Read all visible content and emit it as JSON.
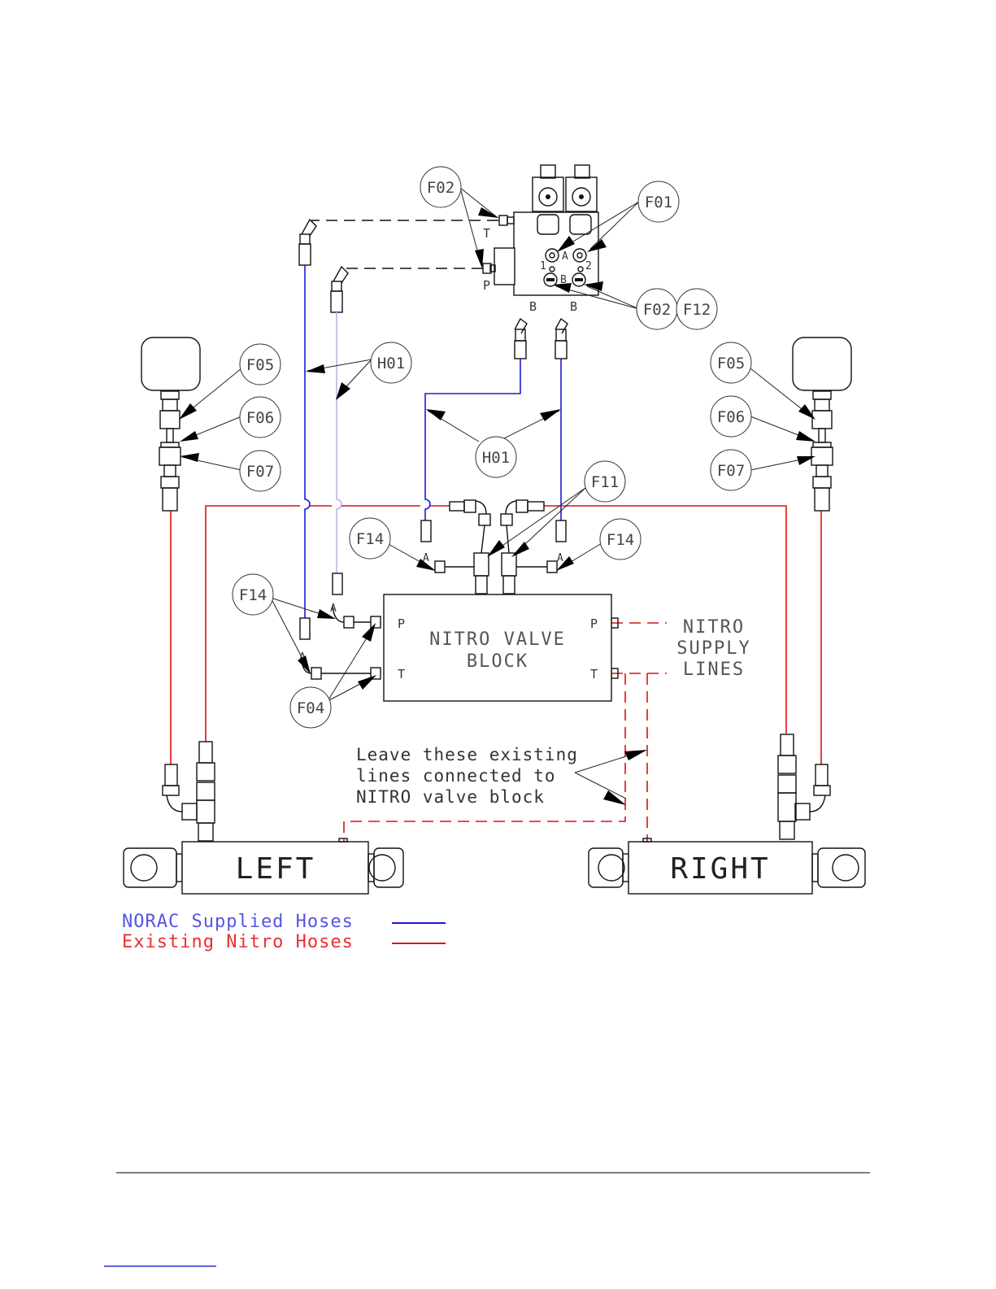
{
  "callouts": {
    "f02_top": "F02",
    "f01": "F01",
    "f02_bottom": "F02",
    "f12": "F12",
    "h01_upper": "H01",
    "h01_lower": "H01",
    "f05_left": "F05",
    "f06_left": "F06",
    "f07_left": "F07",
    "f05_right": "F05",
    "f06_right": "F06",
    "f07_right": "F07",
    "f11": "F11",
    "f14_left_upper": "F14",
    "f14_right_upper": "F14",
    "f14_left": "F14",
    "f04": "F04"
  },
  "valve_ports": {
    "t": "T",
    "p": "P",
    "a": "A",
    "b": "B",
    "one": "1",
    "two": "2",
    "b_left": "B",
    "b_right": "B"
  },
  "nitro_block": {
    "line1": "NITRO VALVE",
    "line2": "BLOCK",
    "port_p_left": "P",
    "port_t_left": "T",
    "port_p_right": "P",
    "port_t_right": "T"
  },
  "supply_label": [
    "NITRO",
    "SUPPLY",
    "LINES"
  ],
  "note_lines": [
    "Leave these existing",
    "lines connected to",
    "NITRO valve block"
  ],
  "small_port_labels": {
    "a1": "A",
    "a2": "A",
    "a3": "A",
    "a4": "A"
  },
  "cylinders": {
    "left": "LEFT",
    "right": "RIGHT"
  },
  "legend": {
    "norac": {
      "label": "NORAC Supplied Hoses",
      "color": "#1b1bd6"
    },
    "existing": {
      "label": "Existing Nitro Hoses",
      "color": "#e01010"
    }
  }
}
